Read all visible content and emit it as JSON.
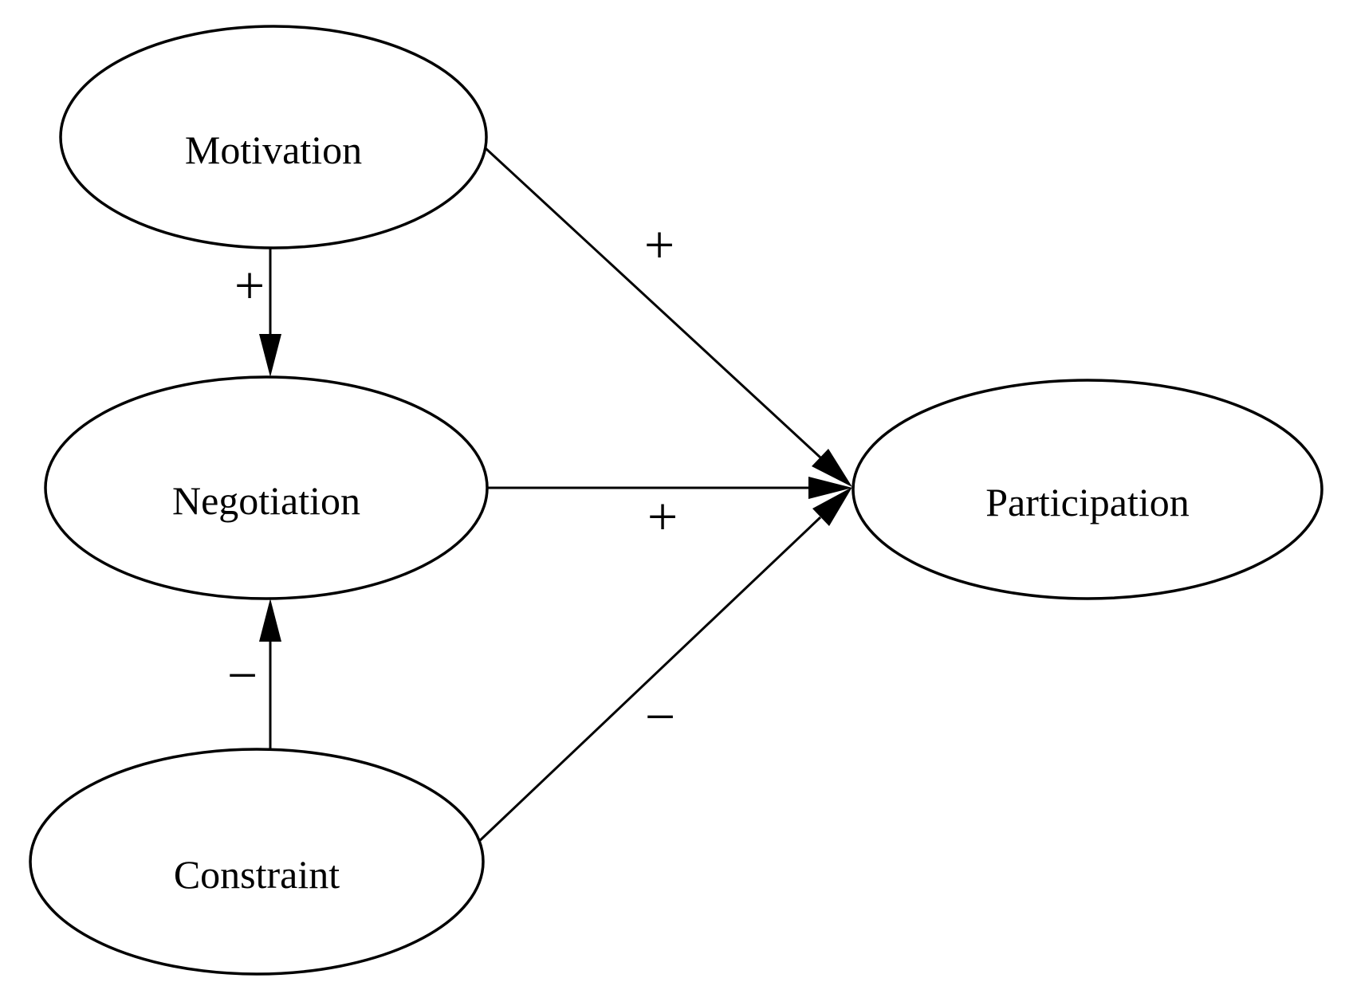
{
  "diagram": {
    "kind": "path-model",
    "colors": {
      "background": "#ffffff",
      "node_fill": "#ffffff",
      "stroke": "#000000",
      "text": "#000000"
    },
    "nodes": [
      {
        "id": "motivation",
        "label": "Motivation"
      },
      {
        "id": "negotiation",
        "label": "Negotiation"
      },
      {
        "id": "constraint",
        "label": "Constraint"
      },
      {
        "id": "participation",
        "label": "Participation"
      }
    ],
    "edges": [
      {
        "from": "motivation",
        "to": "negotiation",
        "sign": "+"
      },
      {
        "from": "motivation",
        "to": "participation",
        "sign": "+"
      },
      {
        "from": "negotiation",
        "to": "participation",
        "sign": "+"
      },
      {
        "from": "constraint",
        "to": "negotiation",
        "sign": "−"
      },
      {
        "from": "constraint",
        "to": "participation",
        "sign": "−"
      }
    ]
  }
}
